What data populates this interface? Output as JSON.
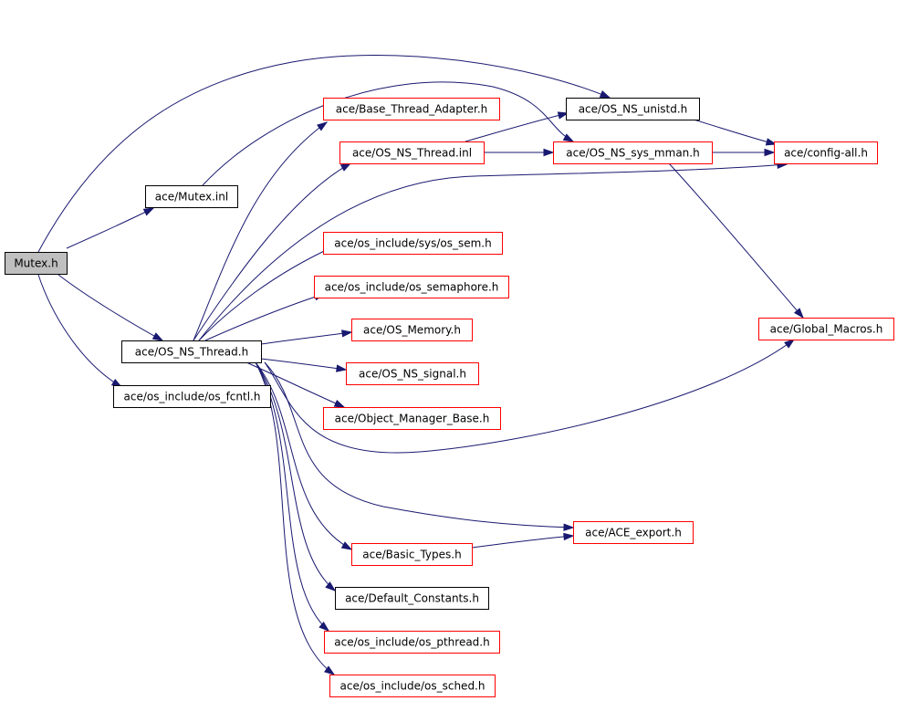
{
  "colors": {
    "edge": "#191970",
    "root_fill": "#bfbfbf",
    "root_border": "#000000",
    "linked_border": "#ff0000",
    "plain_border": "#000000",
    "node_fill": "#ffffff"
  },
  "nodes": [
    {
      "id": "mutex_h",
      "label": "Mutex.h",
      "kind": "root"
    },
    {
      "id": "mutex_inl",
      "label": "ace/Mutex.inl",
      "kind": "plain"
    },
    {
      "id": "os_ns_thread_h",
      "label": "ace/OS_NS_Thread.h",
      "kind": "plain"
    },
    {
      "id": "os_fcntl_h",
      "label": "ace/os_include/os_fcntl.h",
      "kind": "plain"
    },
    {
      "id": "base_thread_adapter_h",
      "label": "ace/Base_Thread_Adapter.h",
      "kind": "linked"
    },
    {
      "id": "os_ns_thread_inl",
      "label": "ace/OS_NS_Thread.inl",
      "kind": "linked"
    },
    {
      "id": "os_ns_unistd_h",
      "label": "ace/OS_NS_unistd.h",
      "kind": "plain"
    },
    {
      "id": "os_ns_sys_mman_h",
      "label": "ace/OS_NS_sys_mman.h",
      "kind": "linked"
    },
    {
      "id": "config_all_h",
      "label": "ace/config-all.h",
      "kind": "linked"
    },
    {
      "id": "sys_os_sem_h",
      "label": "ace/os_include/sys/os_sem.h",
      "kind": "linked"
    },
    {
      "id": "os_semaphore_h",
      "label": "ace/os_include/os_semaphore.h",
      "kind": "linked"
    },
    {
      "id": "os_memory_h",
      "label": "ace/OS_Memory.h",
      "kind": "linked"
    },
    {
      "id": "os_ns_signal_h",
      "label": "ace/OS_NS_signal.h",
      "kind": "linked"
    },
    {
      "id": "object_manager_base_h",
      "label": "ace/Object_Manager_Base.h",
      "kind": "linked"
    },
    {
      "id": "global_macros_h",
      "label": "ace/Global_Macros.h",
      "kind": "linked"
    },
    {
      "id": "ace_export_h",
      "label": "ace/ACE_export.h",
      "kind": "linked"
    },
    {
      "id": "basic_types_h",
      "label": "ace/Basic_Types.h",
      "kind": "linked"
    },
    {
      "id": "default_constants_h",
      "label": "ace/Default_Constants.h",
      "kind": "plain"
    },
    {
      "id": "os_pthread_h",
      "label": "ace/os_include/os_pthread.h",
      "kind": "linked"
    },
    {
      "id": "os_sched_h",
      "label": "ace/os_include/os_sched.h",
      "kind": "linked"
    }
  ],
  "edges": [
    {
      "from": "mutex_h",
      "to": "mutex_inl"
    },
    {
      "from": "mutex_h",
      "to": "os_ns_thread_h"
    },
    {
      "from": "mutex_h",
      "to": "os_fcntl_h"
    },
    {
      "from": "mutex_h",
      "to": "os_ns_unistd_h"
    },
    {
      "from": "mutex_inl",
      "to": "os_ns_sys_mman_h"
    },
    {
      "from": "os_ns_thread_h",
      "to": "base_thread_adapter_h"
    },
    {
      "from": "os_ns_thread_h",
      "to": "os_ns_thread_inl"
    },
    {
      "from": "os_ns_thread_h",
      "to": "config_all_h"
    },
    {
      "from": "os_ns_thread_h",
      "to": "sys_os_sem_h"
    },
    {
      "from": "os_ns_thread_h",
      "to": "os_semaphore_h"
    },
    {
      "from": "os_ns_thread_h",
      "to": "os_memory_h"
    },
    {
      "from": "os_ns_thread_h",
      "to": "os_ns_signal_h"
    },
    {
      "from": "os_ns_thread_h",
      "to": "object_manager_base_h"
    },
    {
      "from": "os_ns_thread_h",
      "to": "global_macros_h"
    },
    {
      "from": "os_ns_thread_h",
      "to": "ace_export_h"
    },
    {
      "from": "os_ns_thread_h",
      "to": "basic_types_h"
    },
    {
      "from": "os_ns_thread_h",
      "to": "default_constants_h"
    },
    {
      "from": "os_ns_thread_h",
      "to": "os_pthread_h"
    },
    {
      "from": "os_ns_thread_h",
      "to": "os_sched_h"
    },
    {
      "from": "os_ns_thread_inl",
      "to": "os_ns_unistd_h"
    },
    {
      "from": "os_ns_thread_inl",
      "to": "os_ns_sys_mman_h"
    },
    {
      "from": "os_ns_unistd_h",
      "to": "config_all_h"
    },
    {
      "from": "os_ns_sys_mman_h",
      "to": "config_all_h"
    },
    {
      "from": "os_ns_sys_mman_h",
      "to": "global_macros_h"
    },
    {
      "from": "basic_types_h",
      "to": "ace_export_h"
    }
  ]
}
